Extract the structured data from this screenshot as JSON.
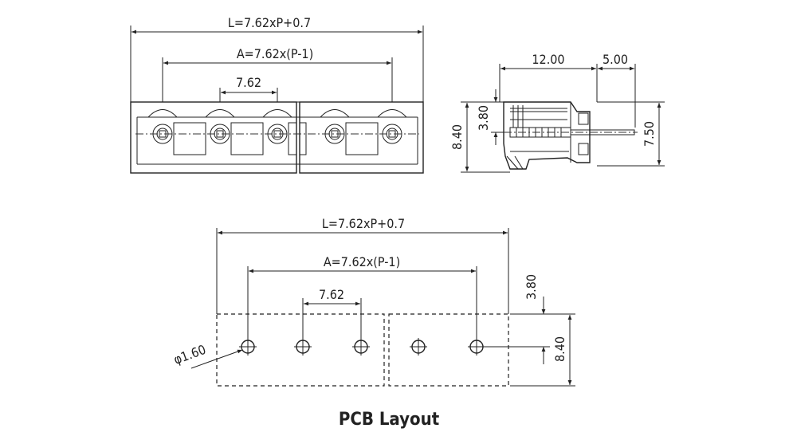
{
  "front_view": {
    "overall_length": "L=7.62xP+0.7",
    "pitch_span": "A=7.62x(P-1)",
    "pitch": "7.62"
  },
  "side_view": {
    "depth": "12.00",
    "pin_length": "5.00",
    "pin_offset": "3.80",
    "body_height": "8.40",
    "height": "7.50"
  },
  "pcb_layout": {
    "overall_length": "L=7.62xP+0.7",
    "pitch_span": "A=7.62x(P-1)",
    "pitch": "7.62",
    "hole_diameter": "φ1.60",
    "hole_offset": "3.80",
    "body_height": "8.40",
    "caption": "PCB Layout"
  }
}
